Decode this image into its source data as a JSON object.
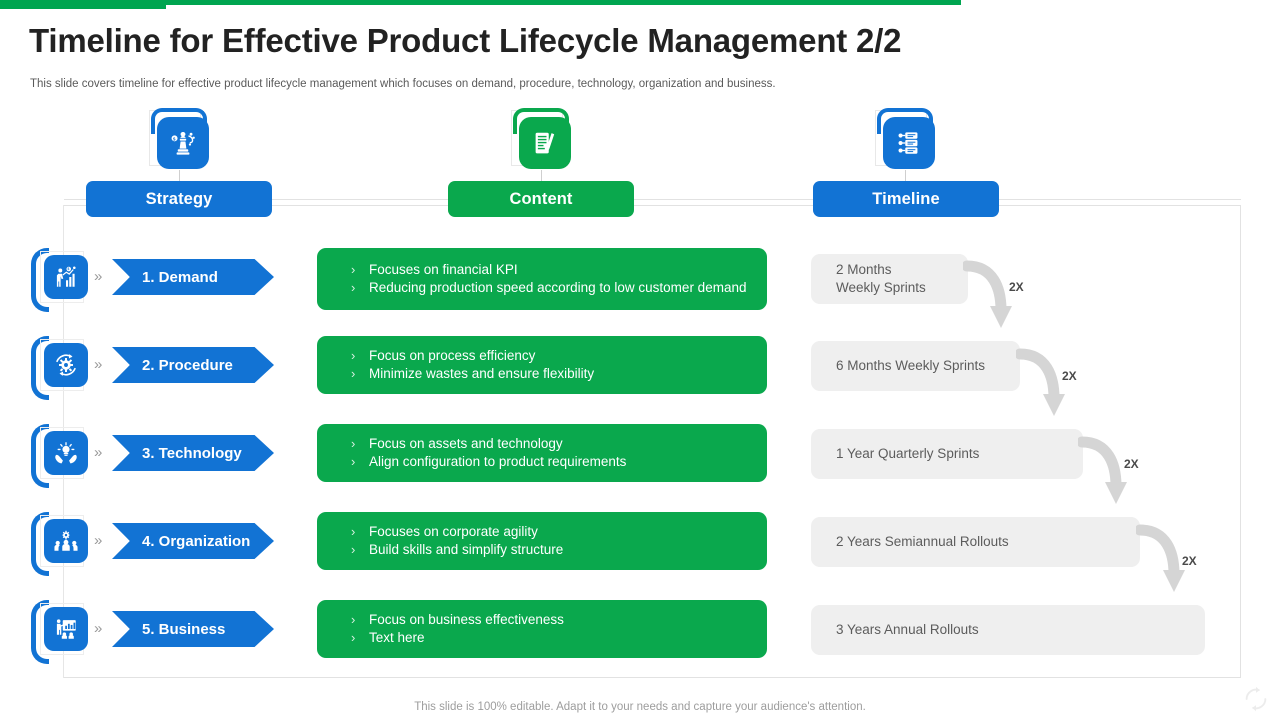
{
  "theme": {
    "blue": "#1273d4",
    "green": "#0aa84d",
    "accent_bar": "#00a550",
    "gray_box": "#efefef",
    "frame_border": "#e2e2e2"
  },
  "header": {
    "title": "Timeline for Effective Product Lifecycle Management 2/2",
    "subtitle": "This slide covers timeline for effective product lifecycle management which focuses on demand, procedure, technology, organization and business."
  },
  "columns": [
    {
      "label": "Strategy",
      "icon": "strategy-chess-icon",
      "color": "#1273d4"
    },
    {
      "label": "Content",
      "icon": "document-edit-icon",
      "color": "#0aa84d"
    },
    {
      "label": "Timeline",
      "icon": "checklist-icon",
      "color": "#1273d4"
    }
  ],
  "rows": [
    {
      "step_label": "1. Demand",
      "step_icon": "growth-chart-person-icon",
      "bullets": [
        "Focuses on financial KPI",
        "Reducing production speed according to low customer demand"
      ],
      "timeline_lines": [
        "2 Months",
        "Weekly Sprints"
      ],
      "multiplier": "2X"
    },
    {
      "step_label": "2. Procedure",
      "step_icon": "gear-cycle-icon",
      "bullets": [
        "Focus on process efficiency",
        "Minimize wastes and ensure flexibility"
      ],
      "timeline_lines": [
        "6 Months Weekly Sprints"
      ],
      "multiplier": "2X"
    },
    {
      "step_label": "3. Technology",
      "step_icon": "innovation-hands-icon",
      "bullets": [
        "Focus on assets and technology",
        "Align configuration to product requirements"
      ],
      "timeline_lines": [
        "1 Year Quarterly Sprints"
      ],
      "multiplier": "2X"
    },
    {
      "step_label": "4. Organization",
      "step_icon": "team-gear-icon",
      "bullets": [
        "Focuses on corporate agility",
        "Build skills and simplify structure"
      ],
      "timeline_lines": [
        "2 Years Semiannual Rollouts"
      ],
      "multiplier": "2X"
    },
    {
      "step_label": "5. Business",
      "step_icon": "presentation-board-icon",
      "bullets": [
        "Focus on business effectiveness",
        "Text here"
      ],
      "timeline_lines": [
        "3 Years Annual Rollouts"
      ],
      "multiplier": ""
    }
  ],
  "bullet_glyph": "›",
  "step_chevron_glyph": "»",
  "footer": {
    "note": "This slide is 100% editable. Adapt it to your needs and capture your audience's attention."
  }
}
